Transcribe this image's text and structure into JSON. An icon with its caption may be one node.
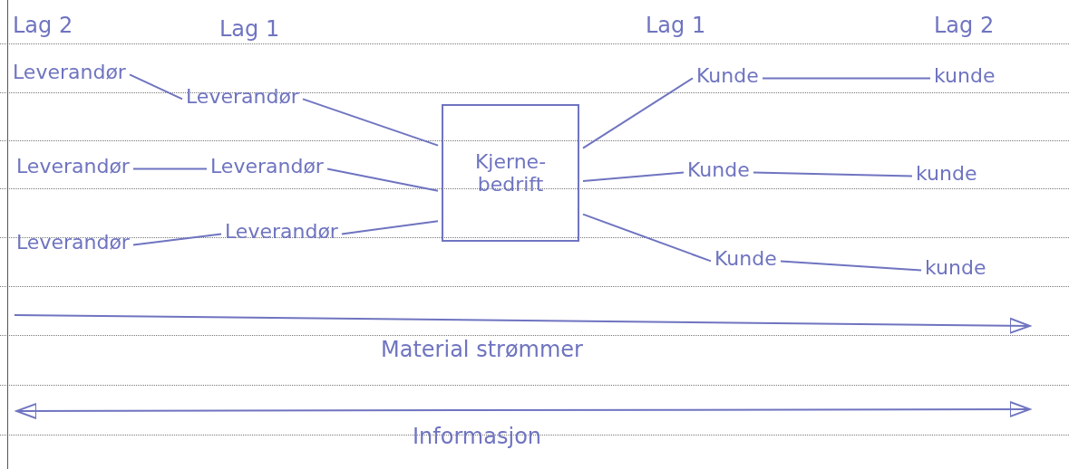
{
  "diagram": {
    "nodes": [
      {
        "text": [
          "Leverandør"
        ]
      },
      {
        "text": [
          "Leverandør"
        ]
      },
      {
        "text": [
          "Leverandør"
        ]
      },
      {
        "text": [
          "Leverandør"
        ]
      },
      {
        "text": [
          "Leverandør"
        ]
      },
      {
        "text": [
          "Leverandør"
        ]
      },
      {
        "text": [
          "Kjerne-bedrift"
        ]
      },
      {
        "text": [
          "Kunde"
        ]
      },
      {
        "text": [
          "kunde"
        ]
      },
      {
        "text": [
          "Kunde"
        ]
      },
      {
        "text": [
          "kunde"
        ]
      },
      {
        "text": [
          "Kunde"
        ]
      },
      {
        "text": [
          "kunde"
        ]
      }
    ],
    "edges": [
      {
        "from": 0,
        "to": 1,
        "arrow": "none"
      },
      {
        "from": 1,
        "to": 6,
        "arrow": "none"
      },
      {
        "from": 2,
        "to": 3,
        "arrow": "none"
      },
      {
        "from": 3,
        "to": 6,
        "arrow": "none"
      },
      {
        "from": 4,
        "to": 5,
        "arrow": "none"
      },
      {
        "from": 5,
        "to": 6,
        "arrow": "none"
      },
      {
        "from": 6,
        "to": 7,
        "arrow": "none"
      },
      {
        "from": 7,
        "to": 8,
        "arrow": "none"
      },
      {
        "from": 6,
        "to": 9,
        "arrow": "none"
      },
      {
        "from": 9,
        "to": 10,
        "arrow": "none"
      },
      {
        "from": 6,
        "to": 11,
        "arrow": "none"
      },
      {
        "from": 11,
        "to": 12,
        "arrow": "none"
      }
    ],
    "labels": [
      "Lag 2",
      "Lag 1",
      "Lag 1",
      "Lag 2",
      "Material strømmer",
      "Informasjon"
    ]
  }
}
